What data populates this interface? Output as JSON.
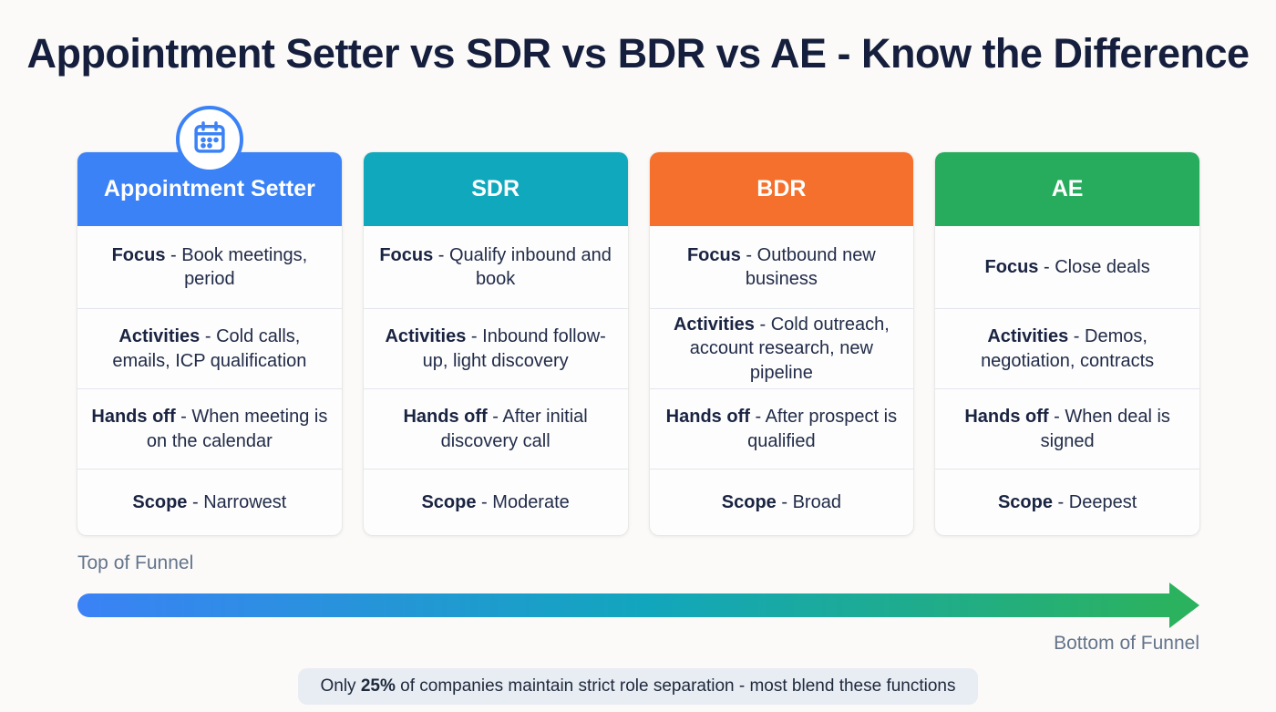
{
  "title": "Appointment Setter vs SDR vs BDR vs AE - Know the Difference",
  "ui": {
    "dash": " - "
  },
  "columns": [
    {
      "name": "Appointment Setter",
      "color": "#3b82f6",
      "rows": [
        {
          "label": "Focus",
          "text": "Book meetings, period"
        },
        {
          "label": "Activities",
          "text": "Cold calls, emails, ICP qualification"
        },
        {
          "label": "Hands off",
          "text": "When meeting is on the calendar"
        },
        {
          "label": "Scope",
          "text": "Narrowest"
        }
      ]
    },
    {
      "name": "SDR",
      "color": "#0fa8bd",
      "rows": [
        {
          "label": "Focus",
          "text": "Qualify inbound and book"
        },
        {
          "label": "Activities",
          "text": "Inbound follow-up, light discovery"
        },
        {
          "label": "Hands off",
          "text": "After initial discovery call"
        },
        {
          "label": "Scope",
          "text": "Moderate"
        }
      ]
    },
    {
      "name": "BDR",
      "color": "#f4702c",
      "rows": [
        {
          "label": "Focus",
          "text": "Outbound new business"
        },
        {
          "label": "Activities",
          "text": "Cold outreach, account research, new pipeline"
        },
        {
          "label": "Hands off",
          "text": "After prospect is qualified"
        },
        {
          "label": "Scope",
          "text": "Broad"
        }
      ]
    },
    {
      "name": "AE",
      "color": "#27ab5c",
      "rows": [
        {
          "label": "Focus",
          "text": "Close deals"
        },
        {
          "label": "Activities",
          "text": "Demos, negotiation, contracts"
        },
        {
          "label": "Hands off",
          "text": "When deal is signed"
        },
        {
          "label": "Scope",
          "text": "Deepest"
        }
      ]
    }
  ],
  "icons": {
    "appointment_setter": "calendar-icon"
  },
  "funnel": {
    "top_label": "Top of Funnel",
    "bottom_label": "Bottom of Funnel",
    "gradient": [
      "#3b82f6",
      "#12a6bd",
      "#2bb25f"
    ]
  },
  "footer": {
    "prefix": "Only ",
    "percent": "25%",
    "suffix": " of companies maintain strict role separation - most blend these functions"
  }
}
